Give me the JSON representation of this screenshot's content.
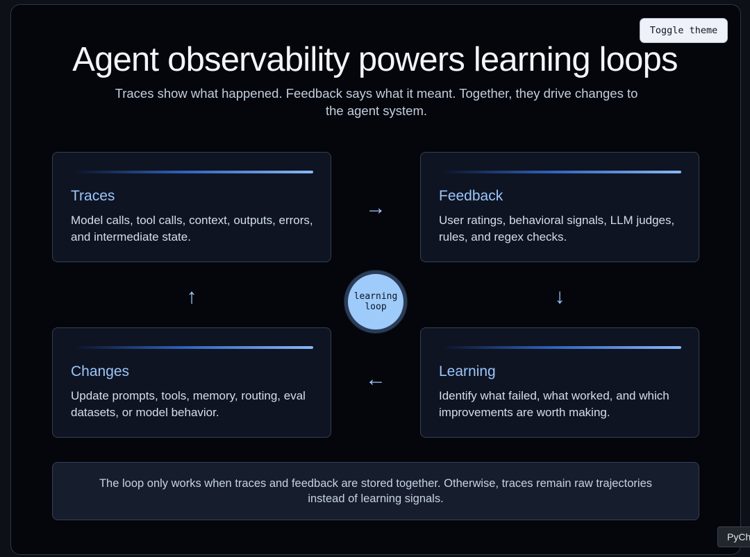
{
  "toggle": {
    "label": "Toggle theme"
  },
  "header": {
    "title": "Agent observability powers learning loops",
    "subtitle": "Traces show what happened. Feedback says what it meant. Together, they drive changes to the agent system."
  },
  "cards": {
    "traces": {
      "title": "Traces",
      "description": "Model calls, tool calls, context, outputs, errors, and intermediate state."
    },
    "feedback": {
      "title": "Feedback",
      "description": "User ratings, behavioral signals, LLM judges, rules, and regex checks."
    },
    "learning": {
      "title": "Learning",
      "description": "Identify what failed, what worked, and which improvements are worth making."
    },
    "changes": {
      "title": "Changes",
      "description": "Update prompts, tools, memory, routing, eval datasets, or model behavior."
    }
  },
  "arrows": {
    "traces_to_feedback": "→",
    "feedback_to_learning": "↓",
    "learning_to_changes": "←",
    "changes_to_traces": "↑"
  },
  "hub": {
    "label": "learning loop"
  },
  "note": {
    "text": "The loop only works when traces and feedback are stored together. Otherwise, traces remain raw trajectories instead of learning signals."
  },
  "corner_badge": {
    "text": "PyCh"
  },
  "colors": {
    "background": "#04060b",
    "card_background": "#0e1422",
    "accent": "#9cc6fb",
    "hub_fill": "#9fcbfb"
  }
}
